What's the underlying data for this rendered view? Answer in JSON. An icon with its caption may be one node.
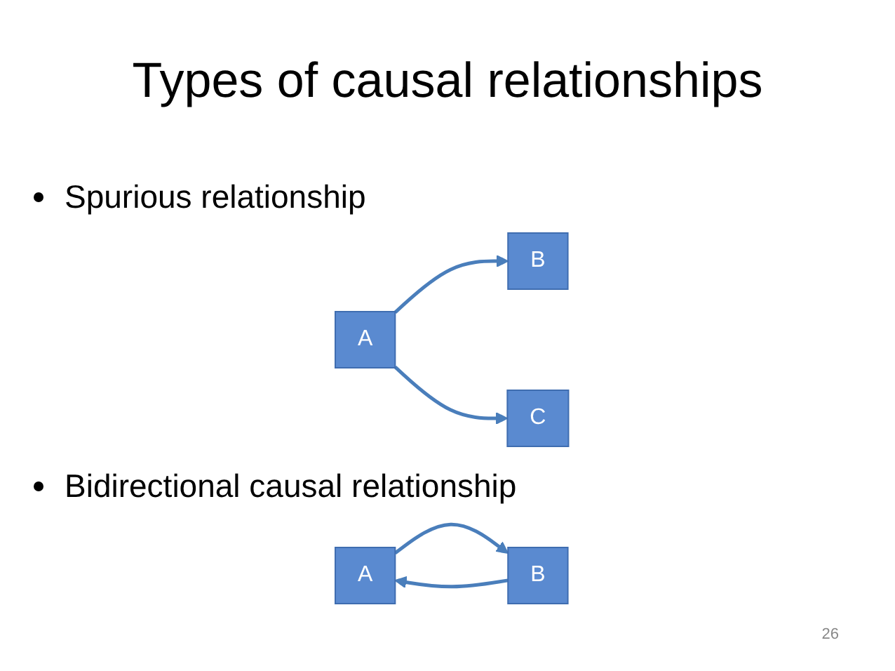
{
  "diagram": {
    "title": "Types of causal relationships",
    "nodes": [
      {
        "text": [
          "A"
        ]
      },
      {
        "text": [
          "B"
        ]
      },
      {
        "text": [
          "C"
        ]
      },
      {
        "text": [
          "A"
        ]
      },
      {
        "text": [
          "B"
        ]
      }
    ],
    "edges": [
      {
        "from": 0,
        "to": 1,
        "arrow": "to"
      },
      {
        "from": 0,
        "to": 2,
        "arrow": "to"
      },
      {
        "from": 3,
        "to": 4,
        "arrow": "to"
      },
      {
        "from": 4,
        "to": 3,
        "arrow": "to"
      }
    ],
    "labels": [
      "Spurious relationship",
      "Bidirectional causal relationship",
      "26"
    ]
  }
}
